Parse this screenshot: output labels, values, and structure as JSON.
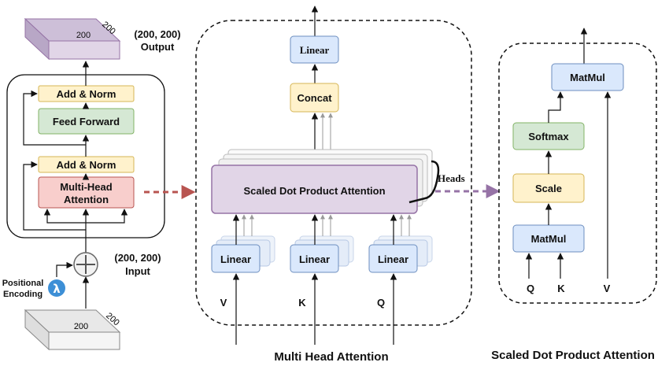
{
  "encoder": {
    "output_block": {
      "front": "200",
      "side": "200"
    },
    "input_block": {
      "front": "200",
      "side": "200"
    },
    "output_shape": "(200, 200)",
    "output_label": "Output",
    "input_shape": "(200, 200)",
    "input_label": "Input",
    "add_norm_top": "Add & Norm",
    "feed_forward": "Feed Forward",
    "add_norm_bottom": "Add & Norm",
    "mha_line1": "Multi-Head",
    "mha_line2": "Attention",
    "pos_enc_line1": "Positional",
    "pos_enc_line2": "Encoding",
    "lambda": "λ"
  },
  "mha": {
    "title": "Multi Head Attention",
    "linear_top": "Linear",
    "concat": "Concat",
    "sdpa": "Scaled Dot Product Attention",
    "heads": "Heads",
    "linears": [
      "Linear",
      "Linear",
      "Linear"
    ],
    "inputs": [
      "V",
      "K",
      "Q"
    ]
  },
  "sdpa": {
    "title": "Scaled Dot Product Attention",
    "matmul_top": "MatMul",
    "softmax": "Softmax",
    "scale": "Scale",
    "matmul_bottom": "MatMul",
    "inputs": [
      "Q",
      "K",
      "V"
    ]
  },
  "colors": {
    "yellow_fill": "#fff2cc",
    "yellow_stroke": "#d6b656",
    "green_fill": "#d5e8d4",
    "green_stroke": "#82b366",
    "red_fill": "#f8cecc",
    "red_stroke": "#b85450",
    "blue_fill": "#dae8fc",
    "blue_stroke": "#6c8ebf",
    "purple_fill": "#e1d5e7",
    "purple_stroke": "#9673a6",
    "red_arrow": "#b85450",
    "purple_arrow": "#9673a6"
  }
}
